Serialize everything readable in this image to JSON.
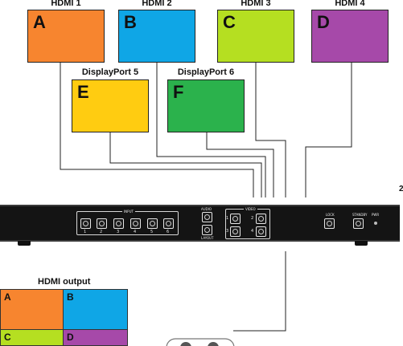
{
  "colors": {
    "orange": "#f7852f",
    "blue": "#0fa6e6",
    "lime": "#b5df21",
    "purple": "#a649a9",
    "yellow": "#ffcc11",
    "green": "#2bb24c",
    "device": "#141414",
    "wire": "#222222"
  },
  "sources": [
    {
      "label": "HDMI 1",
      "letter": "A",
      "color": "orange"
    },
    {
      "label": "HDMI 2",
      "letter": "B",
      "color": "blue"
    },
    {
      "label": "HDMI 3",
      "letter": "C",
      "color": "lime"
    },
    {
      "label": "HDMI 4",
      "letter": "D",
      "color": "purple"
    },
    {
      "label": "DisplayPort 5",
      "letter": "E",
      "color": "yellow"
    },
    {
      "label": "DisplayPort 6",
      "letter": "F",
      "color": "green"
    }
  ],
  "device": {
    "input_label": "INPUT",
    "input_buttons": [
      "1",
      "2",
      "3",
      "4",
      "5",
      "6"
    ],
    "audio_label": "AUDIO",
    "layout_label": "LAYOUT",
    "video_label": "VIDEO",
    "video_buttons": [
      "1",
      "2",
      "3",
      "4"
    ],
    "lock_label": "LOCK",
    "standby_label": "STANDBY",
    "pwr_label": "PWR"
  },
  "output": {
    "title": "HDMI output",
    "quadrants": [
      "A",
      "B",
      "C",
      "D"
    ]
  },
  "side_mark": "2"
}
